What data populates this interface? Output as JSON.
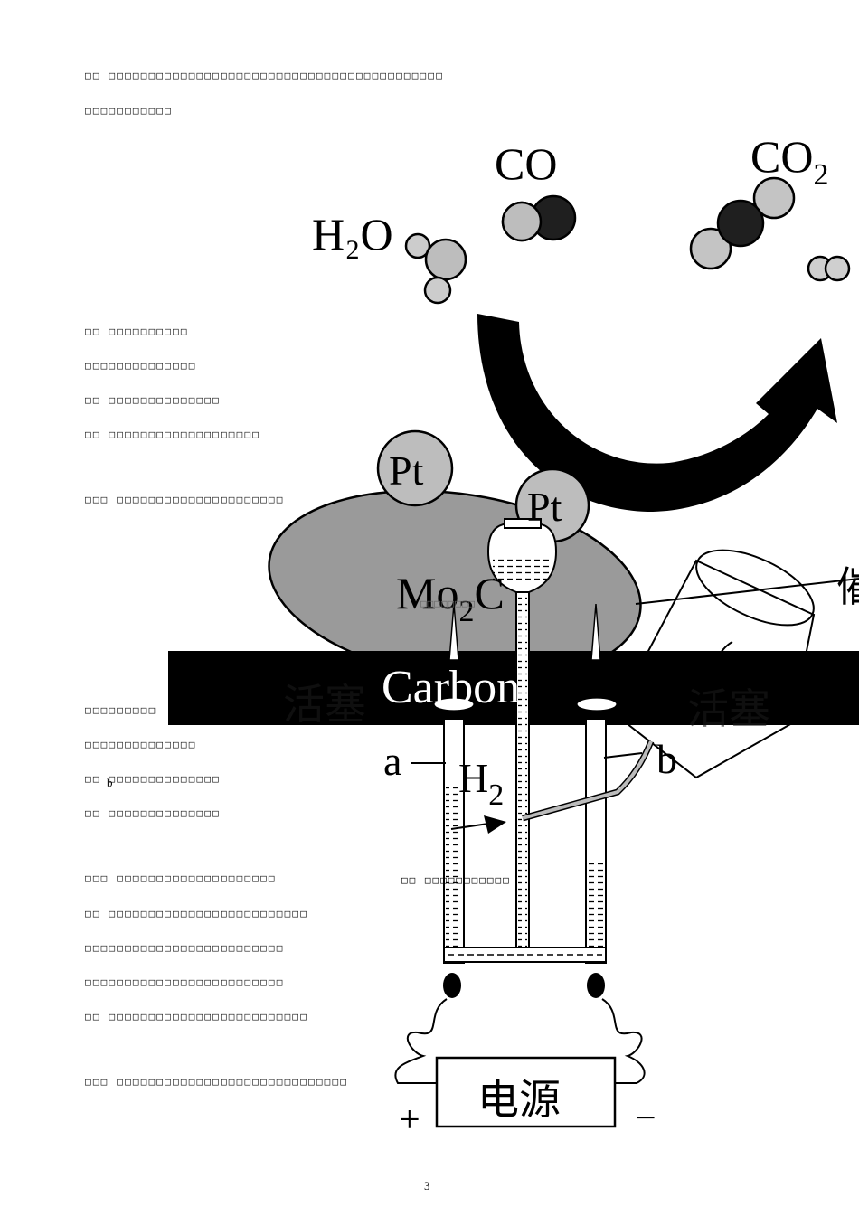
{
  "text_lines": [
    "□□ □□□□□□□□□□□□□□□□□□□□□□□□□□□□□□□□□□□□□□□□□□",
    "□□□□□□□□□□□",
    "□□ □□□□□□□□□□",
    "□□□□□□□□□□□□□□",
    "□□ □□□□□□□□□□□□□□",
    "□□ □□□□□□□□□□□□□□□□□□□",
    "□□□ □□□□□□□□□□□□□□□□□□□□□",
    "□□□□□□□□□",
    "□□□□□□□□□□□□□□",
    "□□ □□□□□□□□□□□□□□",
    "□□ □□□□□□□□□□□□□□",
    "□□□ □□□□□□□□□□□□□□□□□□□□",
    "□□ □□□□□□□□□□□□□□□□□□□□□□□□□",
    "□□□□□□□□□□□□□□□□□□□□□□□□□",
    "□□□□□□□□□□□□□□□□□□□□□□□□□",
    "□□ □□□□□□□□□□□□□□□□□□□□□□□□□",
    "□□□ □□□□□□□□□□□□□□□□□□□□□□□□□□□□□"
  ],
  "inline_small": {
    "b_label": "b",
    "right_text": "□□ □□□□□□□□□□□",
    "mid_text": "□□□□□□□□"
  },
  "figure_catalyst": {
    "h2o": "H₂O",
    "co": "CO",
    "co2_main": "CO",
    "co2_sub": "2",
    "pt1": "Pt",
    "pt2": "Pt",
    "mo2c_main": "Mo",
    "mo2c_sub": "2",
    "mo2c_tail": "C",
    "carbon": "Carbon",
    "cut_char": "催",
    "faint_left": "活塞",
    "faint_right": "活塞"
  },
  "figure_electrolysis": {
    "label_a": "a",
    "label_b": "b",
    "h2_main": "H",
    "h2_sub": "2",
    "power": "电源",
    "plus": "+",
    "minus": "−"
  },
  "page_number": "3"
}
